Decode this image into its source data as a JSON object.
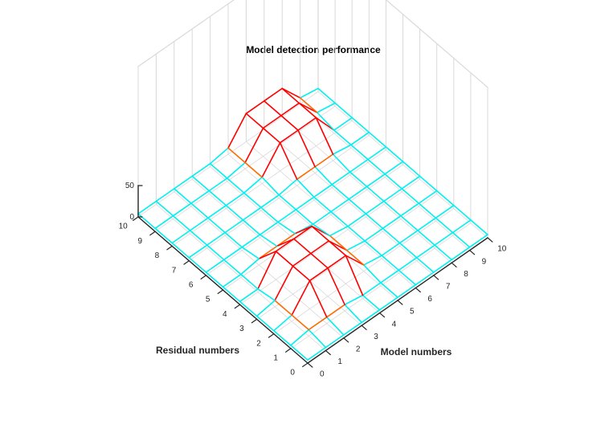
{
  "chart_data": {
    "type": "surface",
    "title": "Model detection performance",
    "xlabel": "Model numbers",
    "ylabel": "Residual numbers",
    "zlabel": "",
    "x": [
      0,
      1,
      2,
      3,
      4,
      5,
      6,
      7,
      8,
      9,
      10
    ],
    "y": [
      0,
      1,
      2,
      3,
      4,
      5,
      6,
      7,
      8,
      9,
      10
    ],
    "x_ticks": [
      "0",
      "1",
      "2",
      "3",
      "4",
      "5",
      "6",
      "7",
      "8",
      "9",
      "10"
    ],
    "y_ticks": [
      "0",
      "1",
      "2",
      "3",
      "4",
      "5",
      "6",
      "7",
      "8",
      "9",
      "10"
    ],
    "z_ticks": [
      "0",
      "50"
    ],
    "zlim": [
      0,
      50
    ],
    "grid": true,
    "view": "top-down, rotated 45 degrees",
    "colors": {
      "high": "#ff0000",
      "mid": "#ff6a00",
      "low": "#00f0f0",
      "axis": "#262626",
      "grid": "#d9d9d9"
    },
    "z": [
      [
        5,
        5,
        5,
        5,
        5,
        5,
        5,
        5,
        5,
        5,
        5
      ],
      [
        5,
        10,
        10,
        10,
        5,
        5,
        5,
        5,
        5,
        5,
        5
      ],
      [
        5,
        10,
        45,
        45,
        45,
        10,
        5,
        5,
        5,
        5,
        5
      ],
      [
        5,
        10,
        45,
        45,
        45,
        10,
        5,
        5,
        5,
        5,
        5
      ],
      [
        5,
        5,
        45,
        45,
        45,
        10,
        5,
        5,
        5,
        5,
        5
      ],
      [
        5,
        5,
        10,
        10,
        10,
        5,
        5,
        5,
        5,
        5,
        5
      ],
      [
        5,
        5,
        5,
        5,
        5,
        5,
        5,
        5,
        5,
        5,
        5
      ],
      [
        5,
        5,
        5,
        5,
        5,
        5,
        10,
        10,
        10,
        5,
        5
      ],
      [
        5,
        5,
        5,
        5,
        5,
        10,
        45,
        45,
        45,
        5,
        5
      ],
      [
        5,
        5,
        5,
        5,
        5,
        10,
        45,
        45,
        45,
        10,
        5
      ],
      [
        5,
        5,
        5,
        5,
        5,
        10,
        45,
        45,
        45,
        10,
        5
      ]
    ]
  }
}
